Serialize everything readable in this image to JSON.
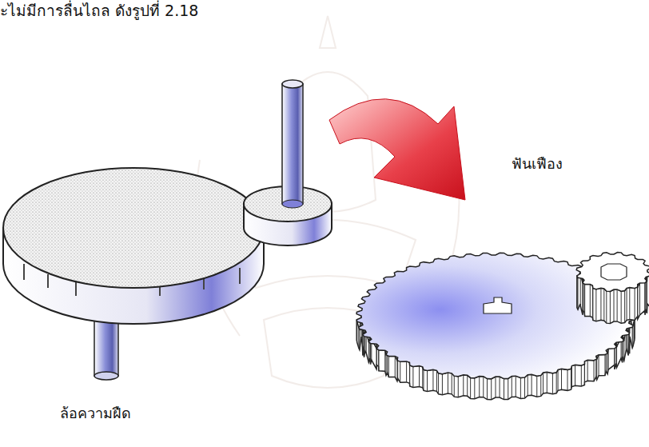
{
  "diagram": {
    "labels": [
      "ะไม่มีการลื่นไถล ดังรูปที่ 2.18",
      "ล้อความฝืด",
      "ฟันเฟือง"
    ]
  }
}
